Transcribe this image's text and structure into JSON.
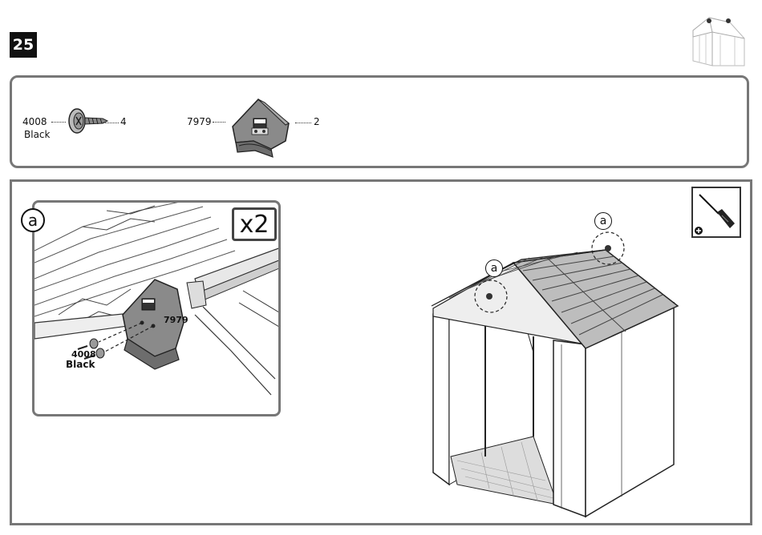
{
  "step": {
    "number": "25"
  },
  "parts": [
    {
      "code": "4008",
      "color": "Black",
      "qty": "4",
      "icon": "screw-icon"
    },
    {
      "code": "7979",
      "qty": "2",
      "icon": "gable-cap-icon"
    }
  ],
  "detail": {
    "label": "a",
    "multiplier": "x2",
    "part_code": "7979",
    "screw_code": "4008",
    "screw_color": "Black"
  },
  "main": {
    "callouts": [
      "a",
      "a"
    ],
    "tool_icon": "screwdriver-phillips-icon"
  },
  "colors": {
    "badge": "#111111",
    "panel_border": "#777777",
    "part_fill": "#8a8a8a"
  }
}
